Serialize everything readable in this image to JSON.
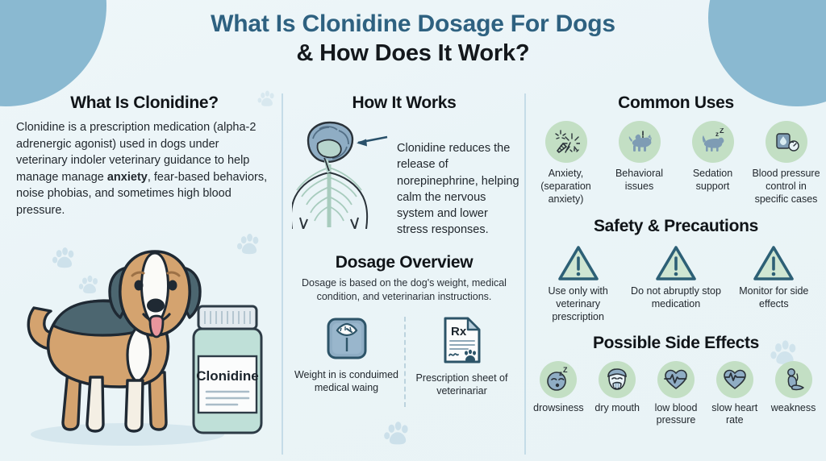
{
  "title": {
    "line1": "What Is Clonidine Dosage For Dogs",
    "line2": "& How Does It Work?"
  },
  "left": {
    "heading": "What Is Clonidine?",
    "body_part1": "Clonidine is a prescription medication (alpha-2 adrenergic agonist) used in dogs under veterinary indoler veterinary guidance to help manage manage ",
    "body_bold": "anxiety",
    "body_part2": ", fear-based behaviors, noise phobias, and sometimes high blood pressure.",
    "bottle_label": "Clonidine"
  },
  "middle": {
    "how_heading": "How It Works",
    "how_text": "Clonidine reduces the release of norepinephrine, helping calm the nervous system and lower stress responses.",
    "dosage_heading": "Dosage Overview",
    "dosage_sub": "Dosage is based on the dog's weight, medical condition, and veterinarian instructions.",
    "items": [
      {
        "icon": "weight-scale-icon",
        "caption": "Weight in is conduimed medical waing"
      },
      {
        "icon": "prescription-sheet-icon",
        "caption": "Prescription sheet of veterinariar",
        "rx_symbol": "Rx"
      }
    ]
  },
  "right": {
    "uses_heading": "Common Uses",
    "uses": [
      {
        "icon": "fireworks-icon",
        "caption": "Anxiety, (separation anxiety)"
      },
      {
        "icon": "dog-behavior-icon",
        "caption": "Behavioral issues"
      },
      {
        "icon": "sleeping-dog-icon",
        "caption": "Sedation support"
      },
      {
        "icon": "blood-pressure-monitor-icon",
        "caption": "Blood pressure control in specific cases"
      }
    ],
    "safety_heading": "Safety & Precautions",
    "safety": [
      {
        "icon": "warning-triangle-icon",
        "caption": "Use only with veterinary prescription"
      },
      {
        "icon": "warning-triangle-icon",
        "caption": "Do not abruptly stop medication"
      },
      {
        "icon": "warning-triangle-icon",
        "caption": "Monitor for side effects"
      }
    ],
    "side_heading": "Possible Side Effects",
    "side_effects": [
      {
        "icon": "sleepy-face-icon",
        "caption": "drowsiness"
      },
      {
        "icon": "dry-mouth-face-icon",
        "caption": "dry mouth"
      },
      {
        "icon": "heart-low-pressure-icon",
        "caption": "low blood pressure"
      },
      {
        "icon": "heart-slow-rate-icon",
        "caption": "slow heart rate"
      },
      {
        "icon": "weak-person-icon",
        "caption": "weakness"
      }
    ]
  },
  "colors": {
    "background": "#eaf4f7",
    "corner_blue": "#8ab9d1",
    "title_blue": "#2e6180",
    "title_dark": "#14181c",
    "icon_green": "#c3dfc4",
    "icon_blue_gray": "#7e9cb4",
    "divider": "#c5dce8",
    "warning_outline": "#2d6076"
  }
}
